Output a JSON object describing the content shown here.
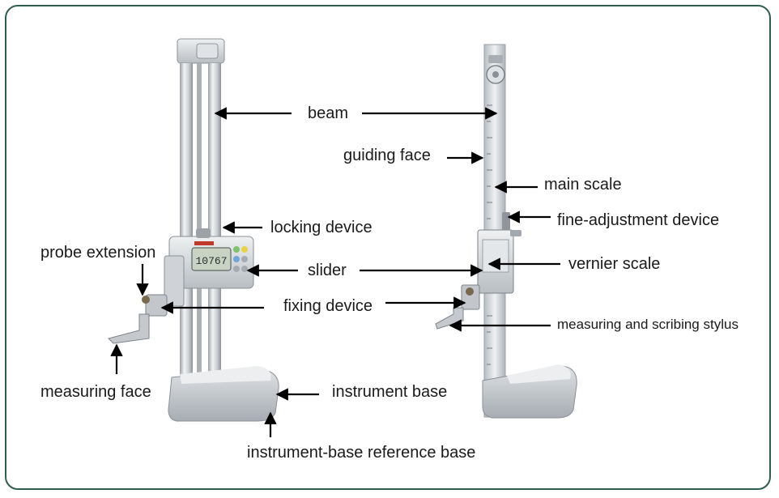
{
  "figure": {
    "left_instrument": {
      "labels": {
        "beam": "beam",
        "locking_device": "locking device",
        "probe_extension": "probe extension",
        "slider": "slider",
        "fixing_device": "fixing device",
        "measuring_face": "measuring face",
        "instrument_base": "instrument base",
        "instrument_base_reference_base": "instrument-base reference base"
      },
      "display_reading": "10767"
    },
    "right_instrument": {
      "labels": {
        "guiding_face": "guiding face",
        "main_scale": "main scale",
        "fine_adjustment_device": "fine-adjustment device",
        "vernier_scale": "vernier scale",
        "measuring_and_scribing_stylus": "measuring and scribing stylus"
      }
    },
    "colors": {
      "frame_border": "#2f5e4e",
      "metal_light": "#e6e8ea",
      "metal_mid": "#c4c8cc",
      "metal_dark": "#8f959b",
      "lcd": "#c9d3c4",
      "button_green": "#7dc36b",
      "button_yellow": "#e9d24a",
      "button_blue": "#6fa7d9"
    }
  }
}
